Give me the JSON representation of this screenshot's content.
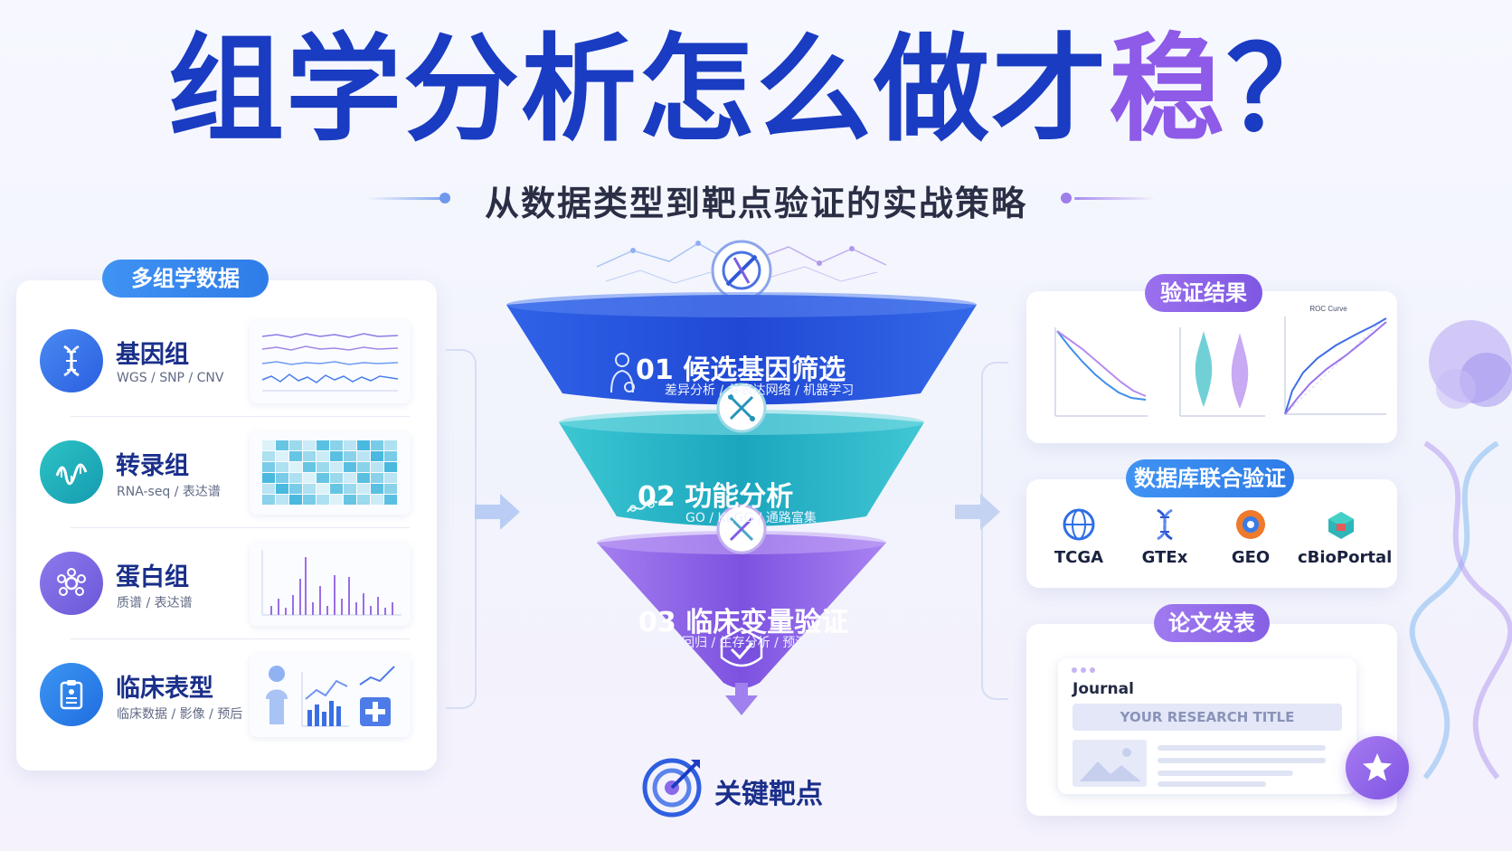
{
  "header": {
    "title_main": "组学分析怎么做才",
    "title_highlight": "稳",
    "title_end": "？",
    "subtitle": "从数据类型到靶点验证的实战策略"
  },
  "left_panel": {
    "pill": "多组学数据",
    "items": [
      {
        "name": "基因组",
        "desc": "WGS / SNP / CNV",
        "icon": "dna-helix-icon"
      },
      {
        "name": "转录组",
        "desc": "RNA-seq / 表达谱",
        "icon": "rna-wave-icon"
      },
      {
        "name": "蛋白组",
        "desc": "质谱 / 表达谱",
        "icon": "protein-cluster-icon"
      },
      {
        "name": "临床表型",
        "desc": "临床数据 / 影像 / 预后",
        "icon": "clipboard-icon"
      }
    ]
  },
  "funnel": {
    "stages": [
      {
        "title": "01  候选基因筛选",
        "desc": "差异分析 / 共表达网络 / 机器学习",
        "color": "#2a56e0"
      },
      {
        "title": "02  功能分析",
        "desc": "GO / KEGG / 通路富集",
        "color": "#26b6c8"
      },
      {
        "title": "03  临床变量验证",
        "desc": "多因素回归 / 生存分析 / 预测模型",
        "color": "#8f63e6"
      }
    ],
    "result": "关键靶点"
  },
  "right_panels": {
    "validation": {
      "pill": "验证结果",
      "roc_label": "ROC Curve"
    },
    "databases": {
      "pill": "数据库联合验证",
      "items": [
        "TCGA",
        "GTEx",
        "GEO",
        "cBioPortal"
      ]
    },
    "publication": {
      "pill": "论文发表",
      "journal": "Journal",
      "research_title": "YOUR RESEARCH TITLE"
    }
  },
  "colors": {
    "title_blue": "#1a3cc2",
    "highlight_purple": "#8e5ae8",
    "pill_blue": "#3d8ef0",
    "pill_purple": "#8e66ea"
  }
}
